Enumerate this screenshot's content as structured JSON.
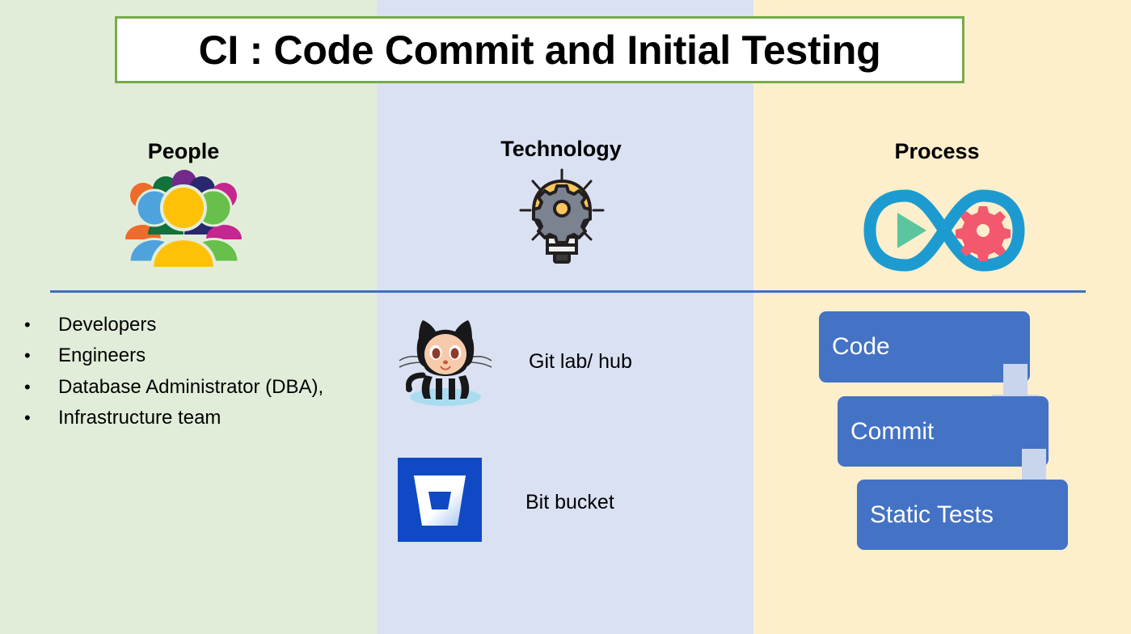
{
  "slide": {
    "title": "CI : Code Commit and Initial Testing",
    "title_border_color": "#76ab49",
    "panels": {
      "people_bg": "#e2edd9",
      "technology_bg": "#dae1f3",
      "process_bg": "#fdefcb"
    },
    "divider_color": "#3b6fc4"
  },
  "columns": {
    "people": {
      "heading": "People",
      "icon": "people-group-icon",
      "bullets": [
        {
          "marker": "•",
          "text": "Developers"
        },
        {
          "marker": "•",
          "text": "Engineers"
        },
        {
          "marker": "•",
          "text": "Database Administrator (DBA),"
        },
        {
          "marker": "•",
          "text": "Infrastructure team"
        }
      ]
    },
    "technology": {
      "heading": "Technology",
      "icon": "lightbulb-gear-icon",
      "tools": [
        {
          "logo": "github-octocat-icon",
          "label": "Git lab/ hub"
        },
        {
          "logo": "bitbucket-icon",
          "label": "Bit bucket"
        }
      ]
    },
    "process": {
      "heading": "Process",
      "icon": "devops-infinity-icon",
      "flow_color": "#4472c4",
      "arrow_color": "#c9d5ec",
      "steps": [
        {
          "label": "Code"
        },
        {
          "label": "Commit"
        },
        {
          "label": "Static Tests"
        }
      ],
      "arrows": [
        {
          "name": "arrow-code-to-commit"
        },
        {
          "name": "arrow-commit-to-static-tests"
        }
      ]
    }
  }
}
